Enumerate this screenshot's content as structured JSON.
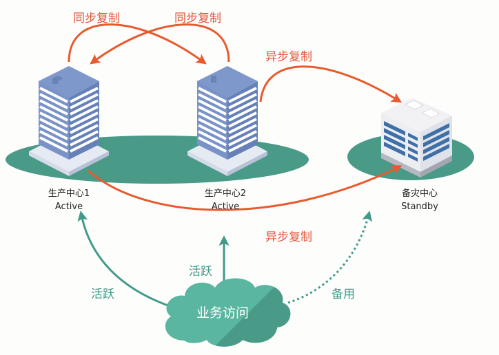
{
  "diagram": {
    "sites": [
      {
        "name": "生产中心1",
        "status": "Active"
      },
      {
        "name": "生产中心2",
        "status": "Active"
      },
      {
        "name": "备灾中心",
        "status": "Standby"
      }
    ],
    "replication": {
      "sync_left": "同步复制",
      "sync_right": "同步复制",
      "async_top": "异步复制",
      "async_bottom": "异步复制"
    },
    "access": {
      "cloud_label": "业务访问",
      "active_left": "活跃",
      "active_center": "活跃",
      "standby": "备用"
    },
    "colors": {
      "replication_arrow": "#e85a2e",
      "access_arrow": "#3f9a88",
      "ground": "#4a9a88",
      "cloud_light": "#5ab6a0",
      "cloud_dark": "#4a9a88",
      "tower": "#7a93c6",
      "standby_windows": "#3f6fa7"
    }
  }
}
